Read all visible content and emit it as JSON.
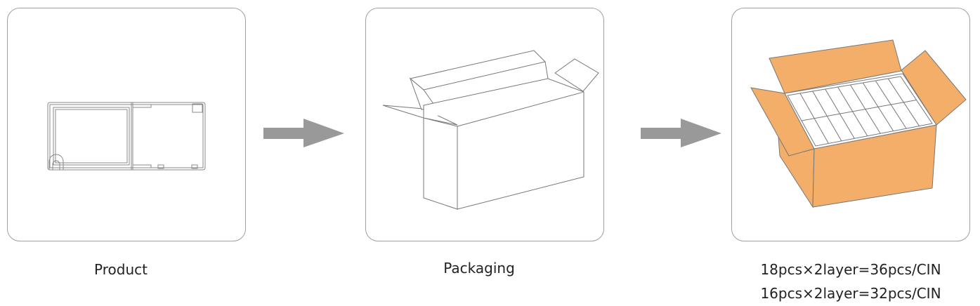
{
  "steps": [
    {
      "label": "Product"
    },
    {
      "label": "Packaging"
    },
    {
      "label_lines": [
        "18pcs×2layer=36pcs/CIN",
        "16pcs×2layer=32pcs/CIN"
      ]
    }
  ],
  "colors": {
    "carton": "#F3AE6A",
    "arrow": "#999999",
    "outline": "#a0a0a0"
  },
  "tray_grid": {
    "columns": 9,
    "rows": 2
  }
}
